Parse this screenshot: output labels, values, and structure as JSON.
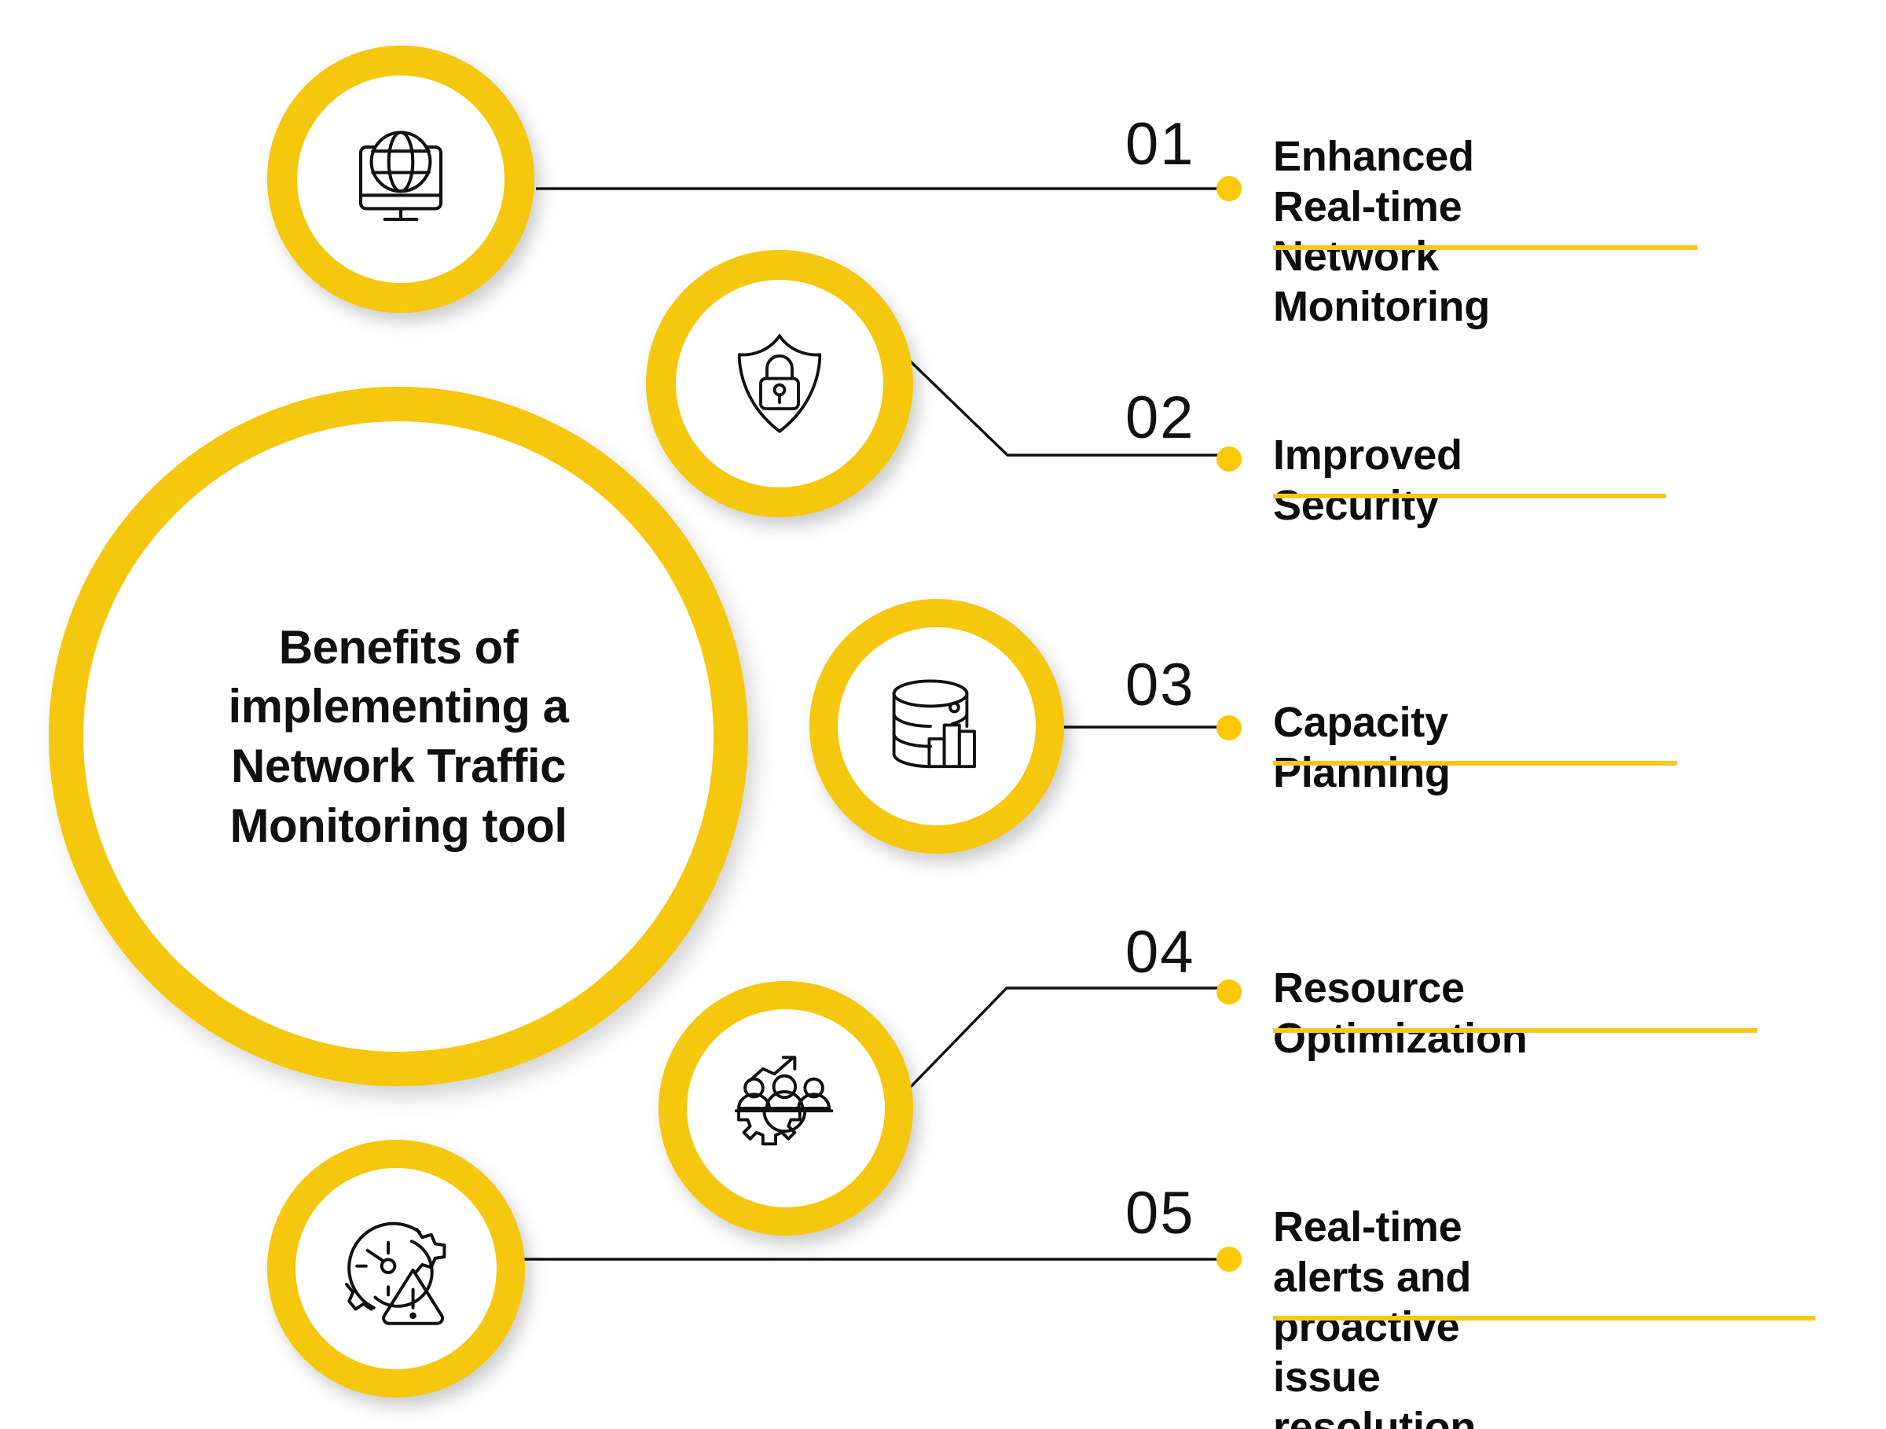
{
  "hub": {
    "title": "Benefits of implementing a Network Traffic Monitoring tool"
  },
  "colors": {
    "ring": "#F5C70D",
    "dot": "#FFC807",
    "rule": "#F7C81C",
    "line": "#111111",
    "text": "#0d0d0d",
    "background": "#FFFFFF"
  },
  "items": [
    {
      "number": "01",
      "label": "Enhanced Real-time\nNetwork Monitoring",
      "icon": "monitor-globe-icon"
    },
    {
      "number": "02",
      "label": "Improved Security",
      "icon": "shield-lock-icon"
    },
    {
      "number": "03",
      "label": "Capacity Planning",
      "icon": "database-chart-icon"
    },
    {
      "number": "04",
      "label": "Resource Optimization",
      "icon": "people-gear-growth-icon"
    },
    {
      "number": "05",
      "label": "Real-time alerts and\nproactive issue resolution",
      "icon": "gauge-gear-alert-icon"
    }
  ]
}
